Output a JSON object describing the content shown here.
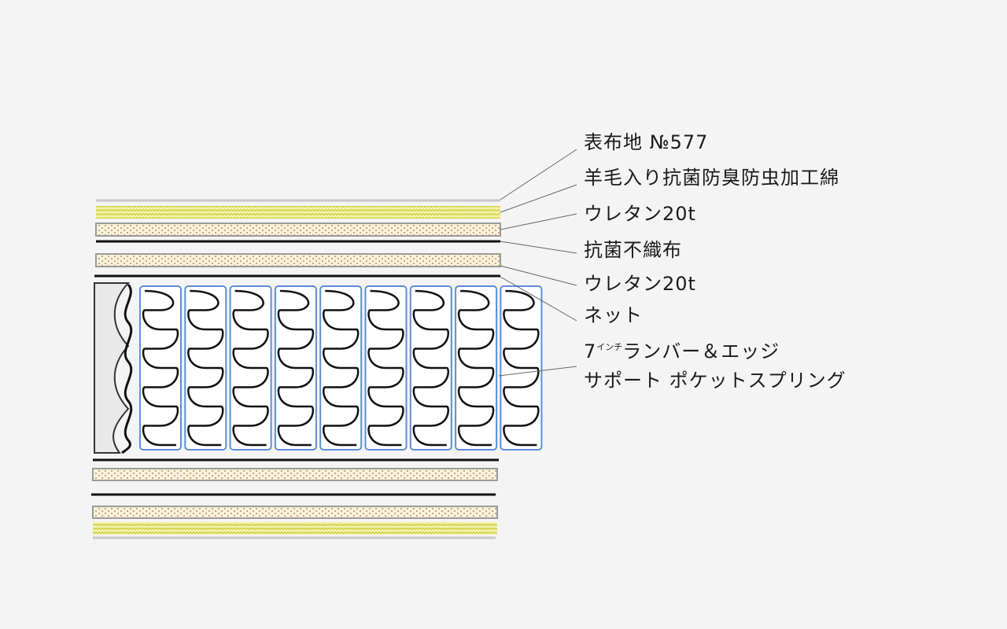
{
  "colors": {
    "background": "#f4f4f4",
    "urethane_fill": "#fbf1d8",
    "wool_zigzag": "#e8e860",
    "spring_casing": "#5b8fd6",
    "edge_support": "#e9e9e9"
  },
  "labels": [
    {
      "id": "cover",
      "text": "表布地 №577"
    },
    {
      "id": "wool",
      "text": "羊毛入り抗菌防臭防虫加工綿"
    },
    {
      "id": "urethane1",
      "text": "ウレタン20t"
    },
    {
      "id": "nonwoven",
      "text": "抗菌不織布"
    },
    {
      "id": "urethane2",
      "text": "ウレタン20t"
    },
    {
      "id": "net",
      "text": "ネット"
    },
    {
      "id": "spring1",
      "text_pre": "7",
      "text_sup": "インチ",
      "text_post": "ランバー＆エッジ"
    },
    {
      "id": "spring2",
      "text": "サポート ポケットスプリング"
    }
  ],
  "spring_count": 9
}
